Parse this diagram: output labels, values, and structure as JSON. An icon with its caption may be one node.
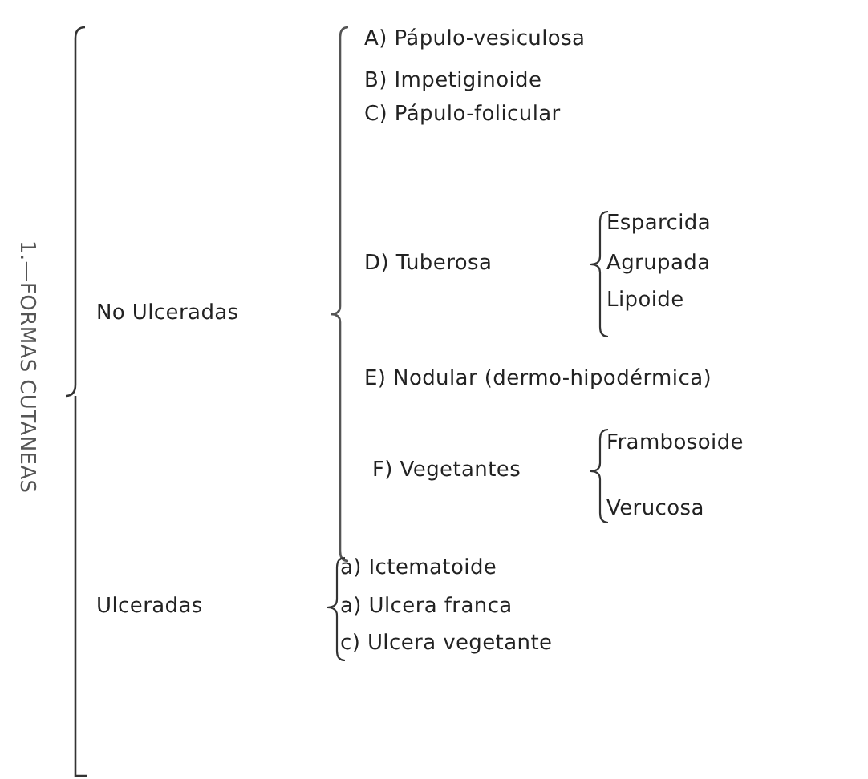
{
  "diagram": {
    "labels": [
      "1.—FORMAS CUTANEAS",
      "No Ulceradas",
      "A) Pápulo-vesiculosa",
      "B) Impetiginoide",
      "C) Pápulo-folicular",
      "D) Tuberosa",
      "Esparcida",
      "Agrupada",
      "Lipoide",
      "E) Nodular (dermo-hipodérmica)",
      "F) Vegetantes",
      "Frambosoide",
      "Verucosa",
      "Ulceradas",
      "a) Ictematoide",
      "a) Ulcera franca",
      "c) Ulcera vegetante"
    ]
  }
}
